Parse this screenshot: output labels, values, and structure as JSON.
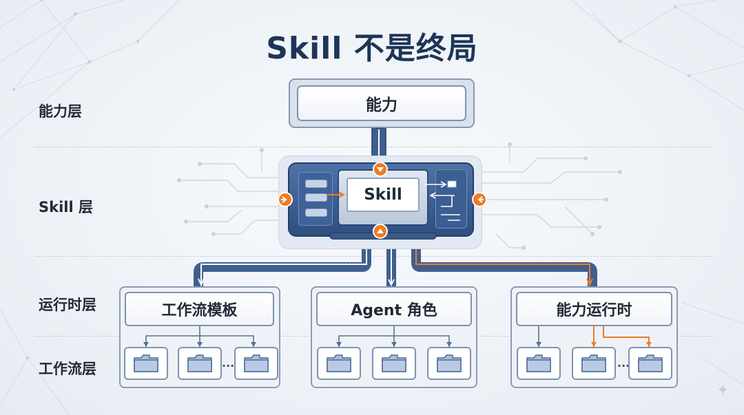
{
  "title": "Skill 不是终局",
  "layers": {
    "capability": "能力层",
    "skill": "Skill 层",
    "runtime": "运行时层",
    "workflow": "工作流层"
  },
  "top_box": "能力",
  "skill_box": "Skill",
  "runtime_boxes": [
    "工作流模板",
    "Agent 角色",
    "能力运行时"
  ],
  "ellipsis": "...",
  "colors": {
    "title": "#1d3557",
    "module_blue": "#2f4f80",
    "accent_orange": "#f07b21",
    "pipe_blue": "#3f5f8f",
    "folder_fill": "#a9bedb"
  },
  "icons": [
    "folder-icon",
    "arrow-right-icon",
    "arrow-up-icon",
    "arrow-down-icon",
    "sparkle-icon"
  ]
}
